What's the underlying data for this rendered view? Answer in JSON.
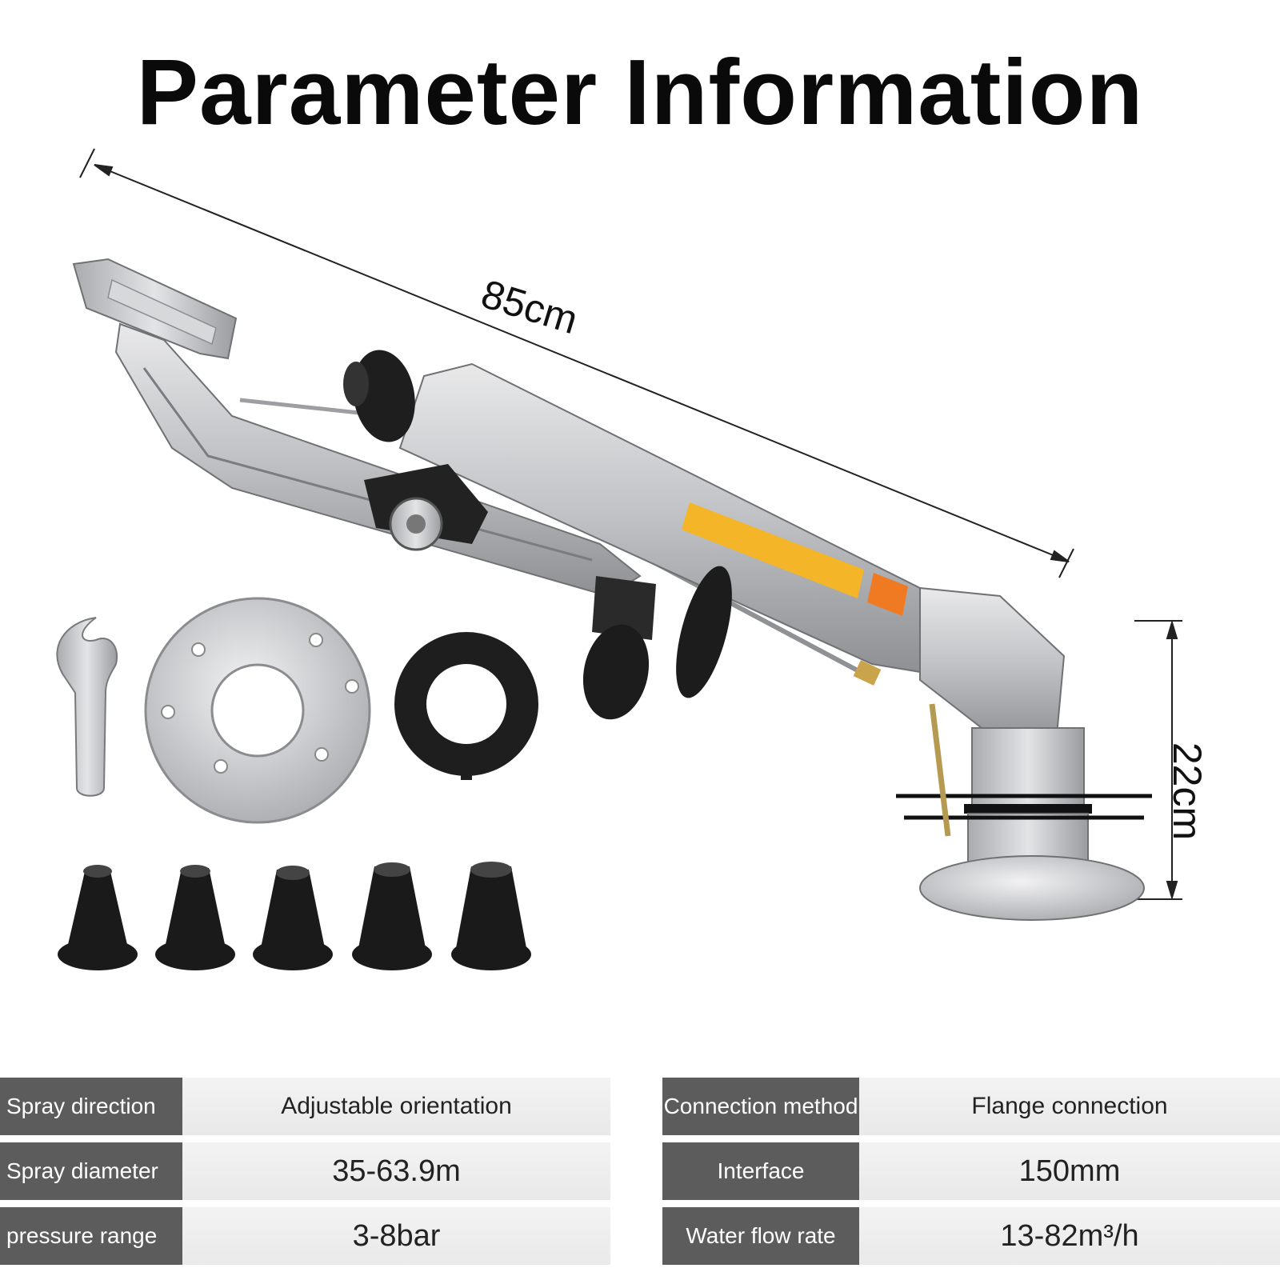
{
  "title": "Parameter Information",
  "dimensions": {
    "length": "85cm",
    "height": "22cm"
  },
  "colors": {
    "label_bg": "#5c5c5c",
    "value_bg": "#eeeeee",
    "band_yellow": "#f5b528",
    "band_orange": "#f07a22"
  },
  "spec_left": [
    {
      "key": "Spray direction",
      "value": "Adjustable orientation"
    },
    {
      "key": "Spray diameter",
      "value": "35-63.9m"
    },
    {
      "key": "pressure range",
      "value": "3-8bar"
    }
  ],
  "spec_right": [
    {
      "key": "Connection method",
      "value": "Flange connection"
    },
    {
      "key": "Interface",
      "value": "150mm"
    },
    {
      "key": "Water flow rate",
      "value": "13-82m³/h"
    }
  ]
}
